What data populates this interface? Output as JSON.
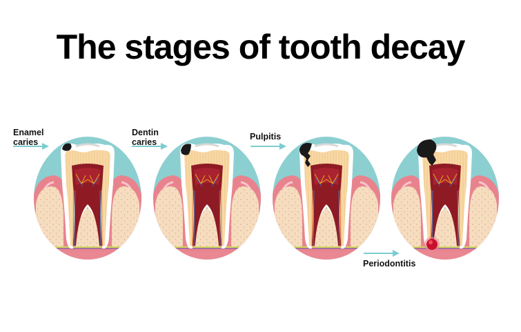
{
  "title": "The stages of tooth decay",
  "colors": {
    "background_circle": "#8ccfd1",
    "gum": "#e8838e",
    "bone": "#f7ddbf",
    "enamel": "#ffffff",
    "dentin": "#f8d7a0",
    "pulp": "#8e1a24",
    "decay": "#1a1a1a",
    "arrow": "#7ccdd0",
    "abscess": "#c8102e"
  },
  "stages": [
    {
      "label_line1": "Enamel",
      "label_line2": "caries",
      "decay_level": 1
    },
    {
      "label_line1": "Dentin",
      "label_line2": "caries",
      "decay_level": 2
    },
    {
      "label_line1": "Pulpitis",
      "label_line2": "",
      "decay_level": 3
    },
    {
      "label_line1": "Periodontitis",
      "label_line2": "",
      "decay_level": 4
    }
  ]
}
